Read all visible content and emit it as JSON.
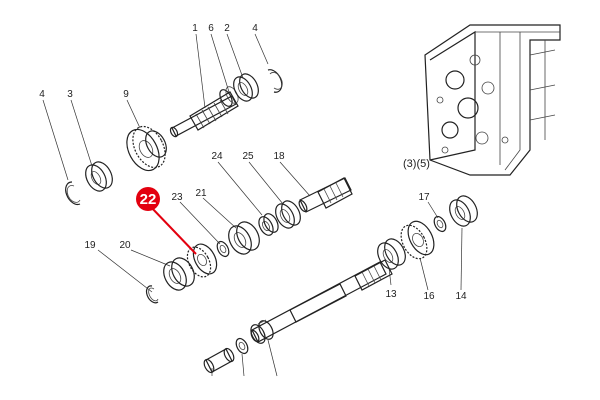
{
  "diagram": {
    "labels": {
      "l1": "1",
      "l6": "6",
      "l2": "2",
      "l4a": "4",
      "l4b": "4",
      "l3": "3",
      "l9": "9",
      "l24": "24",
      "l25": "25",
      "l18": "18",
      "l23": "23",
      "l21": "21",
      "l19": "19",
      "l20": "20",
      "l17": "17",
      "l13": "13",
      "l16": "16",
      "l14": "14"
    },
    "reference": "(3)(5)",
    "highlight": {
      "label": "22",
      "color": "#e3000f"
    }
  }
}
